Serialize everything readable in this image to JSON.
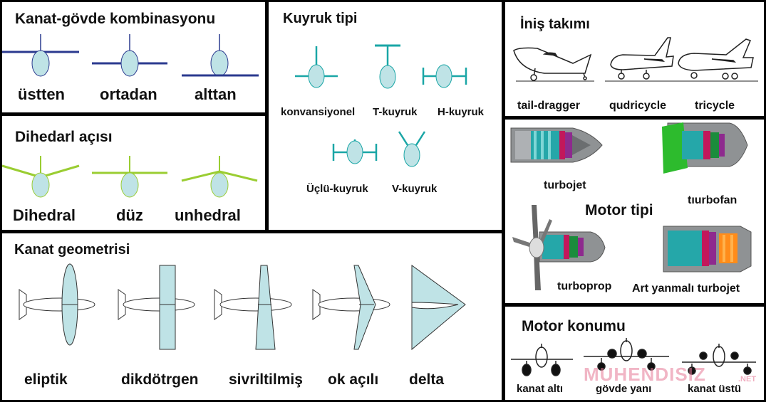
{
  "wing_fuselage": {
    "title": "Kanat-gövde kombinasyonu",
    "labels": [
      "üstten",
      "ortadan",
      "alttan"
    ]
  },
  "dihedral": {
    "title": "Dihedarl açısı",
    "labels": [
      "Dihedral",
      "düz",
      "unhedral"
    ]
  },
  "tail": {
    "title": "Kuyruk tipi",
    "labels": [
      "konvansiyonel",
      "T-kuyruk",
      "H-kuyruk",
      "Üçlü-kuyruk",
      "V-kuyruk"
    ]
  },
  "wing_geometry": {
    "title": "Kanat geometrisi",
    "labels": [
      "eliptik",
      "dikdötrgen",
      "sivriltilmiş",
      "ok açılı",
      "delta"
    ]
  },
  "landing_gear": {
    "title": "İniş takımı",
    "labels": [
      "tail-dragger",
      "qudricycle",
      "tricycle"
    ]
  },
  "engine_type": {
    "title": "Motor tipi",
    "labels": [
      "turbojet",
      "tıurbofan",
      "turboprop",
      "Art yanmalı turbojet"
    ]
  },
  "engine_position": {
    "title": "Motor konumu",
    "labels": [
      "kanat altı",
      "gövde yanı",
      "kanat üstü"
    ]
  },
  "watermark": {
    "text": "MUHENDISIZ",
    "suffix": ".NET"
  },
  "colors": {
    "fuselage_fill": "#bfe3e6",
    "wing_navy": "#2b3a8f",
    "dihedral_green": "#9acd32",
    "tail_teal": "#1aa6a6",
    "wing_fill": "#bfe3e6"
  }
}
